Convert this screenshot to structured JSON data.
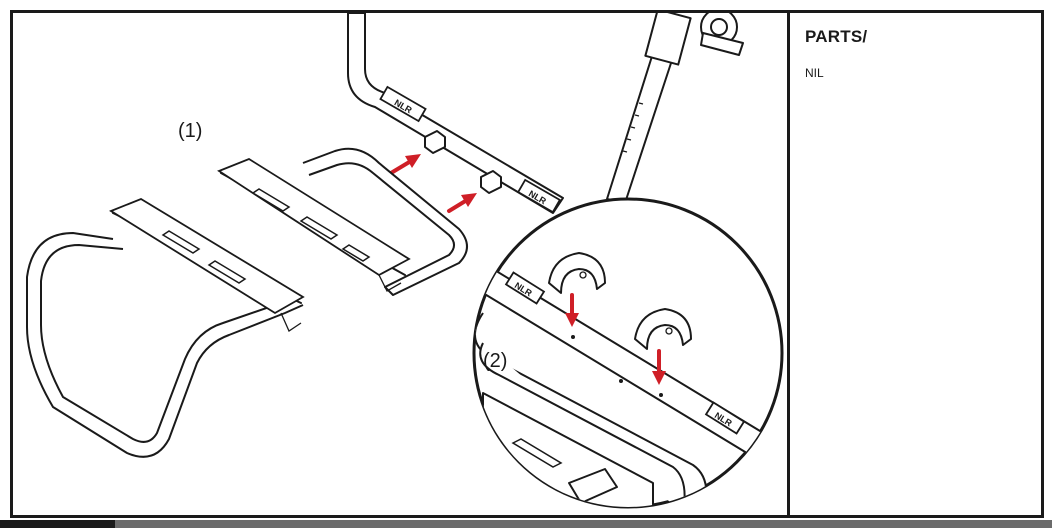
{
  "illustration": {
    "step1_label": "(1)",
    "step2_label": "(2)",
    "logo_text": "NLR"
  },
  "parts": {
    "title": "PARTS/",
    "value": "NIL"
  },
  "colors": {
    "arrow": "#cf1f27",
    "line": "#1a1a1a",
    "footer_dark": "#1a1a1a",
    "footer_grey": "#6b6b6b"
  }
}
